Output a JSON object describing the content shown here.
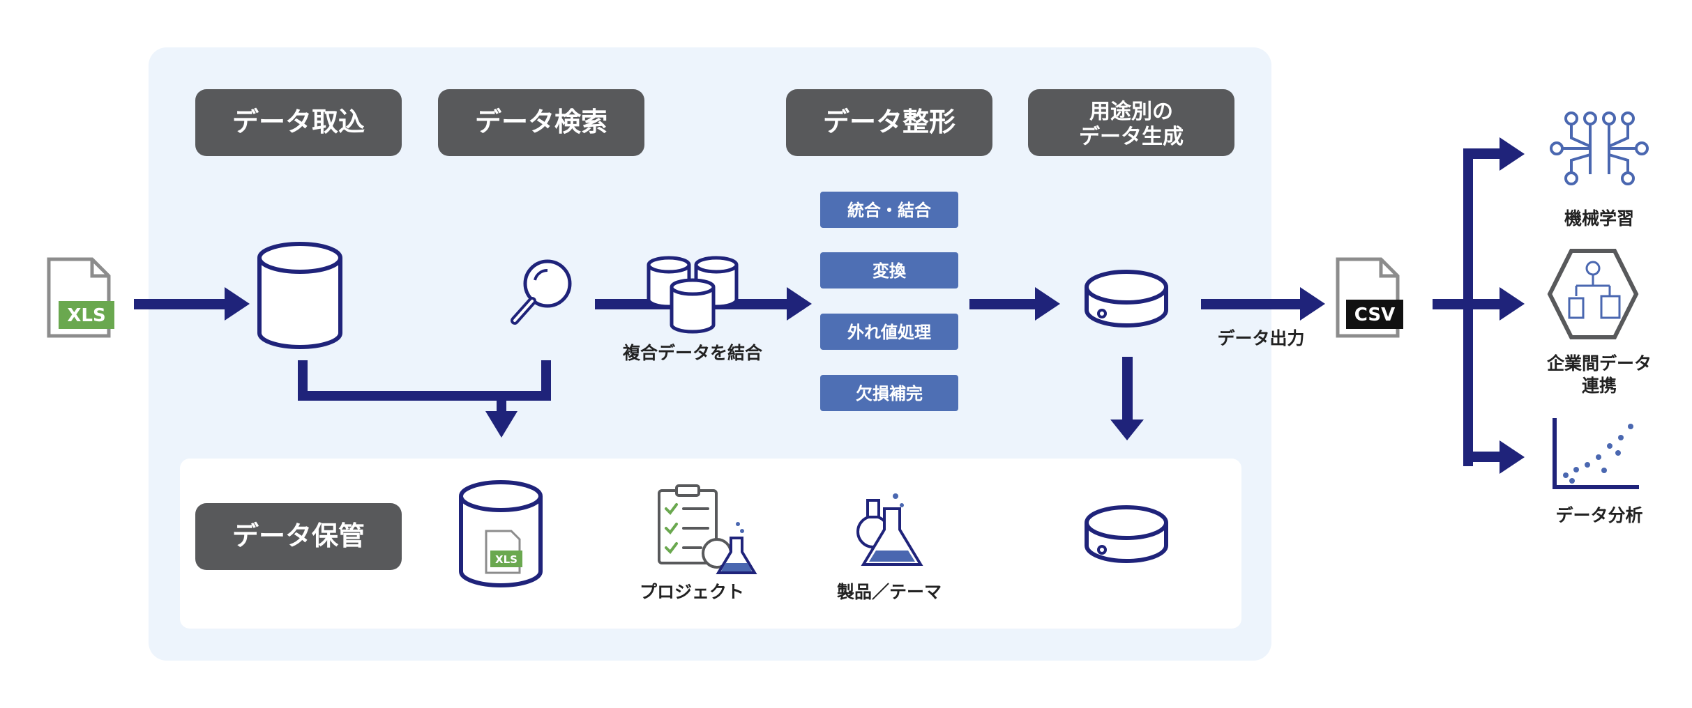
{
  "stages": {
    "import": "データ取込",
    "search": "データ検索",
    "shaping": "データ整形",
    "generate_line1": "用途別の",
    "generate_line2": "データ生成",
    "storage": "データ保管"
  },
  "shaping_steps": [
    "統合・結合",
    "変換",
    "外れ値処理",
    "欠損補完"
  ],
  "labels": {
    "combine": "複合データを結合",
    "output": "データ出力",
    "project": "プロジェクト",
    "product": "製品／テーマ"
  },
  "file_badges": {
    "input": "XLS",
    "stored": "XLS",
    "output": "CSV"
  },
  "uses": {
    "ml": "機械学習",
    "b2b_line1": "企業間データ",
    "b2b_line2": "連携",
    "analysis": "データ分析"
  },
  "icons": {
    "input_file": "xls-file-icon",
    "database": "database-icon",
    "search": "magnifier-icon",
    "multi_db": "multiple-databases-icon",
    "disk": "storage-disk-icon",
    "csv_file": "csv-file-icon",
    "ml": "neural-circuit-icon",
    "b2b": "company-network-hexagon-icon",
    "analysis": "scatter-plot-icon",
    "project": "checklist-flask-icon",
    "product": "flasks-icon"
  },
  "colors": {
    "navy": "#1f237a",
    "panel_bg": "#edf4fc",
    "stage_box": "#58595b",
    "step_box": "#4e6fb4",
    "xls_green": "#6aa84f",
    "icon_blue": "#4a67b0"
  }
}
